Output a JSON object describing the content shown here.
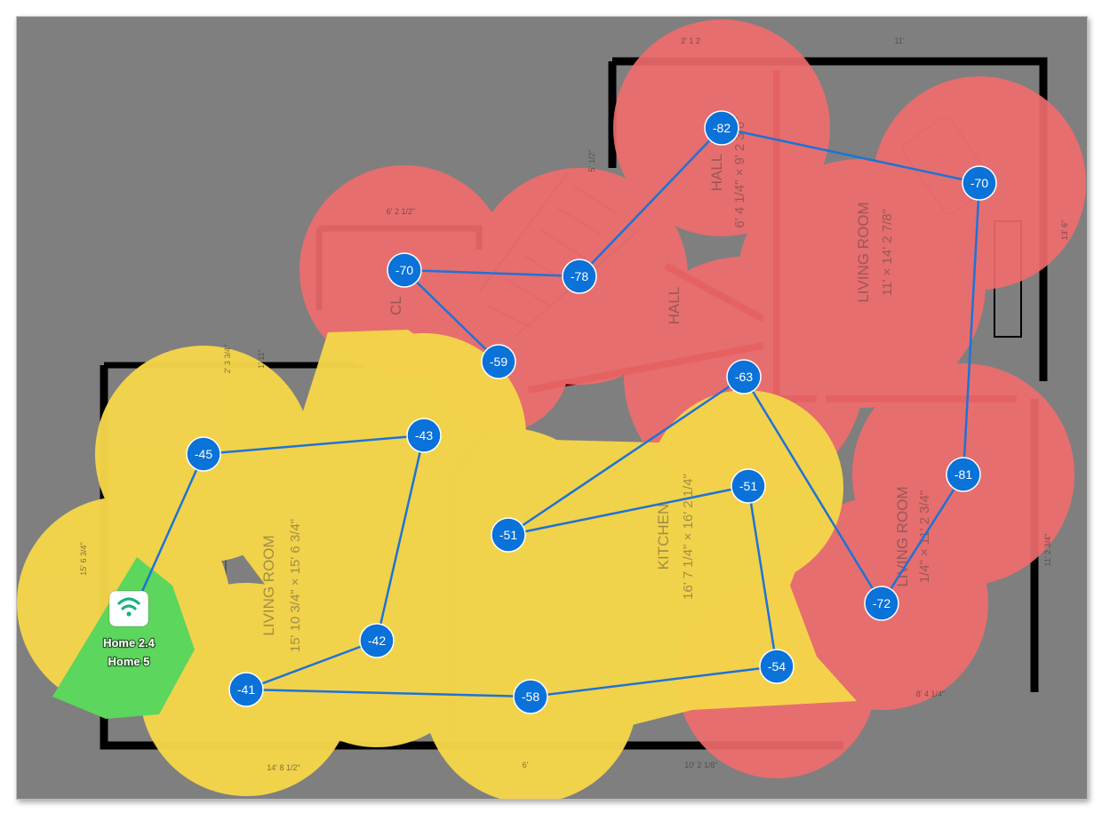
{
  "map": {
    "colors": {
      "background": "#7f7f7f",
      "strong": "#5cd65c",
      "fair": "#f5d54a",
      "weak": "#f26d6d",
      "walls": "#000000",
      "path": "#1e73d6",
      "point": "#0a72d8"
    },
    "router": {
      "icon": "wifi-icon",
      "names": [
        "Home 2.4",
        "Home 5"
      ]
    },
    "rooms": [
      {
        "name": "LIVING ROOM",
        "size": "15' 10 3/4\" × 15' 6 3/4\""
      },
      {
        "name": "KITCHEN",
        "size": "16' 7 1/4\" × 16' 2 1/4\""
      },
      {
        "name": "HALL",
        "size": "6' 4 1/4\" × 9' 2 3/8\""
      },
      {
        "name": "LIVING ROOM",
        "size": "11' × 14' 2 7/8\""
      },
      {
        "name": "LIVING ROOM",
        "size": "1/4\" × 11' 2 3/4\""
      },
      {
        "name": "HALL",
        "size": ""
      },
      {
        "name": "CL",
        "size": ""
      }
    ],
    "dimensions": [
      "11'",
      "2' 1 2",
      "5' 1/2\"",
      "6' 2 1/2\"",
      "2' 3 3/4\"",
      "1' 11\"",
      "15' 6 3/4\"",
      "14' 8 1/2\"",
      "6'",
      "10' 2 1/8\"",
      "8' 4 1/4\"",
      "11' 2 3/4\"",
      "13' 6\""
    ],
    "measurements": [
      {
        "rssi": "-45",
        "strength": "fair"
      },
      {
        "rssi": "-43",
        "strength": "fair"
      },
      {
        "rssi": "-42",
        "strength": "fair"
      },
      {
        "rssi": "-41",
        "strength": "fair"
      },
      {
        "rssi": "-58",
        "strength": "fair"
      },
      {
        "rssi": "-54",
        "strength": "fair"
      },
      {
        "rssi": "-51",
        "strength": "fair"
      },
      {
        "rssi": "-51",
        "strength": "fair"
      },
      {
        "rssi": "-63",
        "strength": "weak"
      },
      {
        "rssi": "-72",
        "strength": "weak"
      },
      {
        "rssi": "-81",
        "strength": "weak"
      },
      {
        "rssi": "-70",
        "strength": "weak"
      },
      {
        "rssi": "-82",
        "strength": "weak"
      },
      {
        "rssi": "-78",
        "strength": "weak"
      },
      {
        "rssi": "-70",
        "strength": "weak"
      },
      {
        "rssi": "-59",
        "strength": "weak"
      }
    ]
  }
}
